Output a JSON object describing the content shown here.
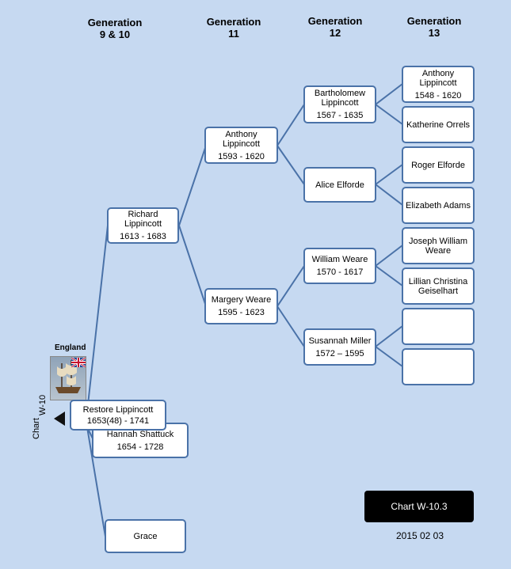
{
  "headers": [
    {
      "l1": "Generation",
      "l2": "9 & 10"
    },
    {
      "l1": "Generation",
      "l2": "11"
    },
    {
      "l1": "Generation",
      "l2": "12"
    },
    {
      "l1": "Generation",
      "l2": "13"
    }
  ],
  "people": {
    "richard": {
      "name": "Richard Lippincott",
      "dates": "1613 - 1683"
    },
    "anthony11": {
      "name": "Anthony Lippincott",
      "dates": "1593 - 1620"
    },
    "margery": {
      "name": "Margery Weare",
      "dates": "1595 - 1623"
    },
    "bartholomew": {
      "name": "Bartholomew Lippincott",
      "dates": "1567 - 1635"
    },
    "alice": {
      "name": "Alice Elforde",
      "dates": ""
    },
    "william": {
      "name": "William Weare",
      "dates": "1570 - 1617"
    },
    "susannah": {
      "name": "Susannah Miller",
      "dates": "1572 – 1595"
    },
    "anthony13": {
      "name": "Anthony Lippincott",
      "dates": "1548 - 1620"
    },
    "katherine": {
      "name": "Katherine Orrels",
      "dates": ""
    },
    "roger": {
      "name": "Roger Elforde",
      "dates": ""
    },
    "elizabeth": {
      "name": "Elizabeth Adams",
      "dates": ""
    },
    "joseph": {
      "name": "Joseph William Weare",
      "dates": ""
    },
    "lillian": {
      "name": "Lillian Christina Geiselhart",
      "dates": ""
    },
    "restore": {
      "name": "Restore Lippincott",
      "dates": "1653(48) - 1741"
    },
    "hannah": {
      "name": "Hannah Shattuck",
      "dates": "1654 - 1728"
    },
    "grace": {
      "name": "Grace",
      "dates": ""
    }
  },
  "flag_label": "England",
  "side_chart": "Chart",
  "side_code": "W-10",
  "chart_tag": "Chart W-10.3",
  "chart_date": "2015  02  03",
  "colors": {
    "background": "#c6d9f1",
    "box_border": "#4a72a8",
    "line": "#4a72a8"
  }
}
